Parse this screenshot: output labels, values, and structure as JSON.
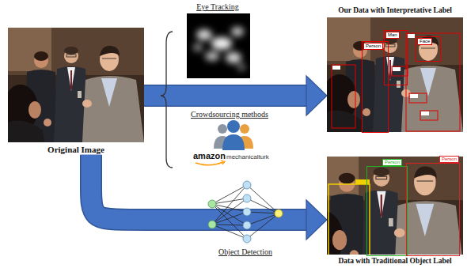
{
  "diagram": {
    "nodes": [
      {
        "text": [
          "Original Image"
        ]
      },
      {
        "text": [
          "Our Data with Interpretative Label"
        ]
      },
      {
        "text": [
          "Person"
        ],
        "in": 1
      },
      {
        "text": [
          "Man"
        ],
        "in": 1
      },
      {
        "text": [
          "Face"
        ],
        "in": 1
      },
      {
        "text": [
          "Data with Traditional Object Label"
        ]
      },
      {
        "text": [
          "Person"
        ],
        "in": 5
      },
      {
        "text": [
          "Person"
        ],
        "in": 5
      }
    ],
    "edges": [
      {
        "from": 0,
        "to": 1,
        "arrow": "to"
      },
      {
        "from": 0,
        "to": 5,
        "arrow": "to"
      }
    ],
    "labels": [
      "Eye Tracking",
      "Crowdsourcing methods",
      "amazon",
      "mechanicalturk",
      "Object Detection"
    ]
  }
}
